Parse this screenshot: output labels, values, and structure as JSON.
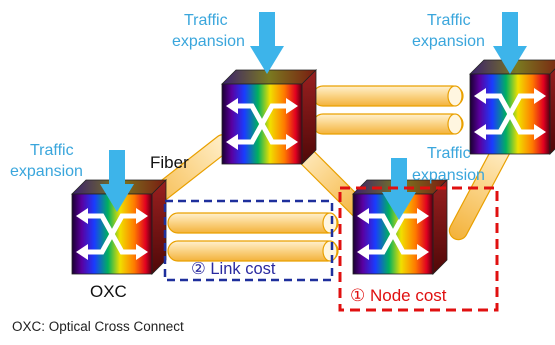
{
  "labels": {
    "traffic": "Traffic",
    "expansion": "expansion",
    "fiber": "Fiber",
    "oxc": "OXC",
    "link_cost": "② Link cost",
    "node_cost": "① Node cost",
    "footnote": "OXC: Optical Cross Connect"
  },
  "colors": {
    "arrow": "#3db4ea",
    "fiber_fill": "#fbd58a",
    "fiber_edge": "#e9a000",
    "link_box": "#1e2f9c",
    "node_box": "#e01010",
    "label_blue": "#3aa6dc"
  },
  "icons": {
    "oxc": "optical-cross-connect-cube-icon",
    "traffic": "down-arrow-icon"
  }
}
